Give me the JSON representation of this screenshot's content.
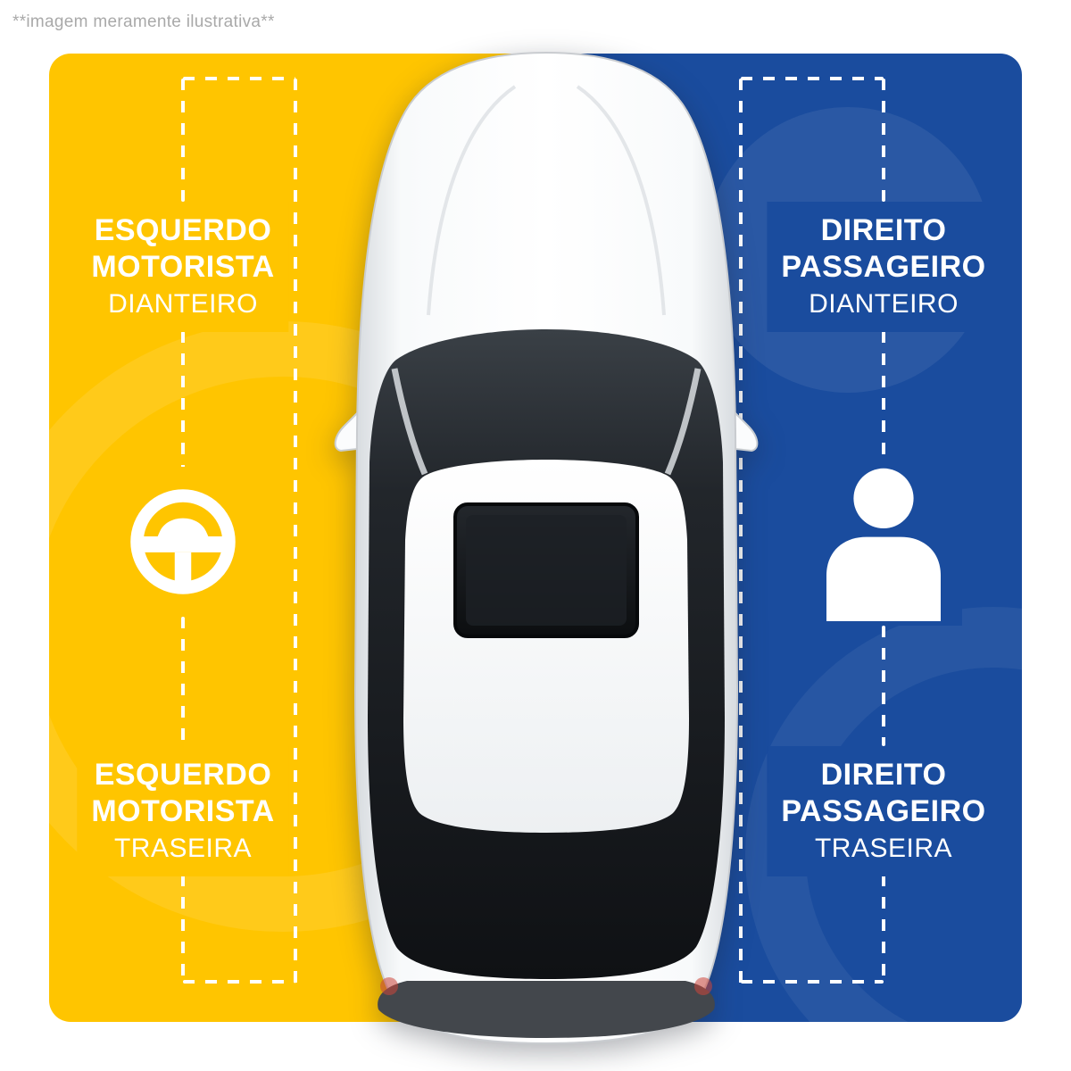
{
  "disclaimer": "**imagem meramente ilustrativa**",
  "disclaimer_color": "#a9a9a9",
  "label_text_color": "#ffffff",
  "center_image": "white-car-top-view",
  "left_panel": {
    "color": "#ffc500",
    "icon": "steering-wheel-icon",
    "front_label": {
      "line1": "ESQUERDO",
      "line2": "MOTORISTA",
      "line3": "DIANTEIRO"
    },
    "rear_label": {
      "line1": "ESQUERDO",
      "line2": "MOTORISTA",
      "line3": "TRASEIRA"
    }
  },
  "right_panel": {
    "color": "#1a4c9e",
    "icon": "passenger-icon",
    "front_label": {
      "line1": "DIREITO",
      "line2": "PASSAGEIRO",
      "line3": "DIANTEIRO"
    },
    "rear_label": {
      "line1": "DIREITO",
      "line2": "PASSAGEIRO",
      "line3": "TRASEIRA"
    }
  }
}
